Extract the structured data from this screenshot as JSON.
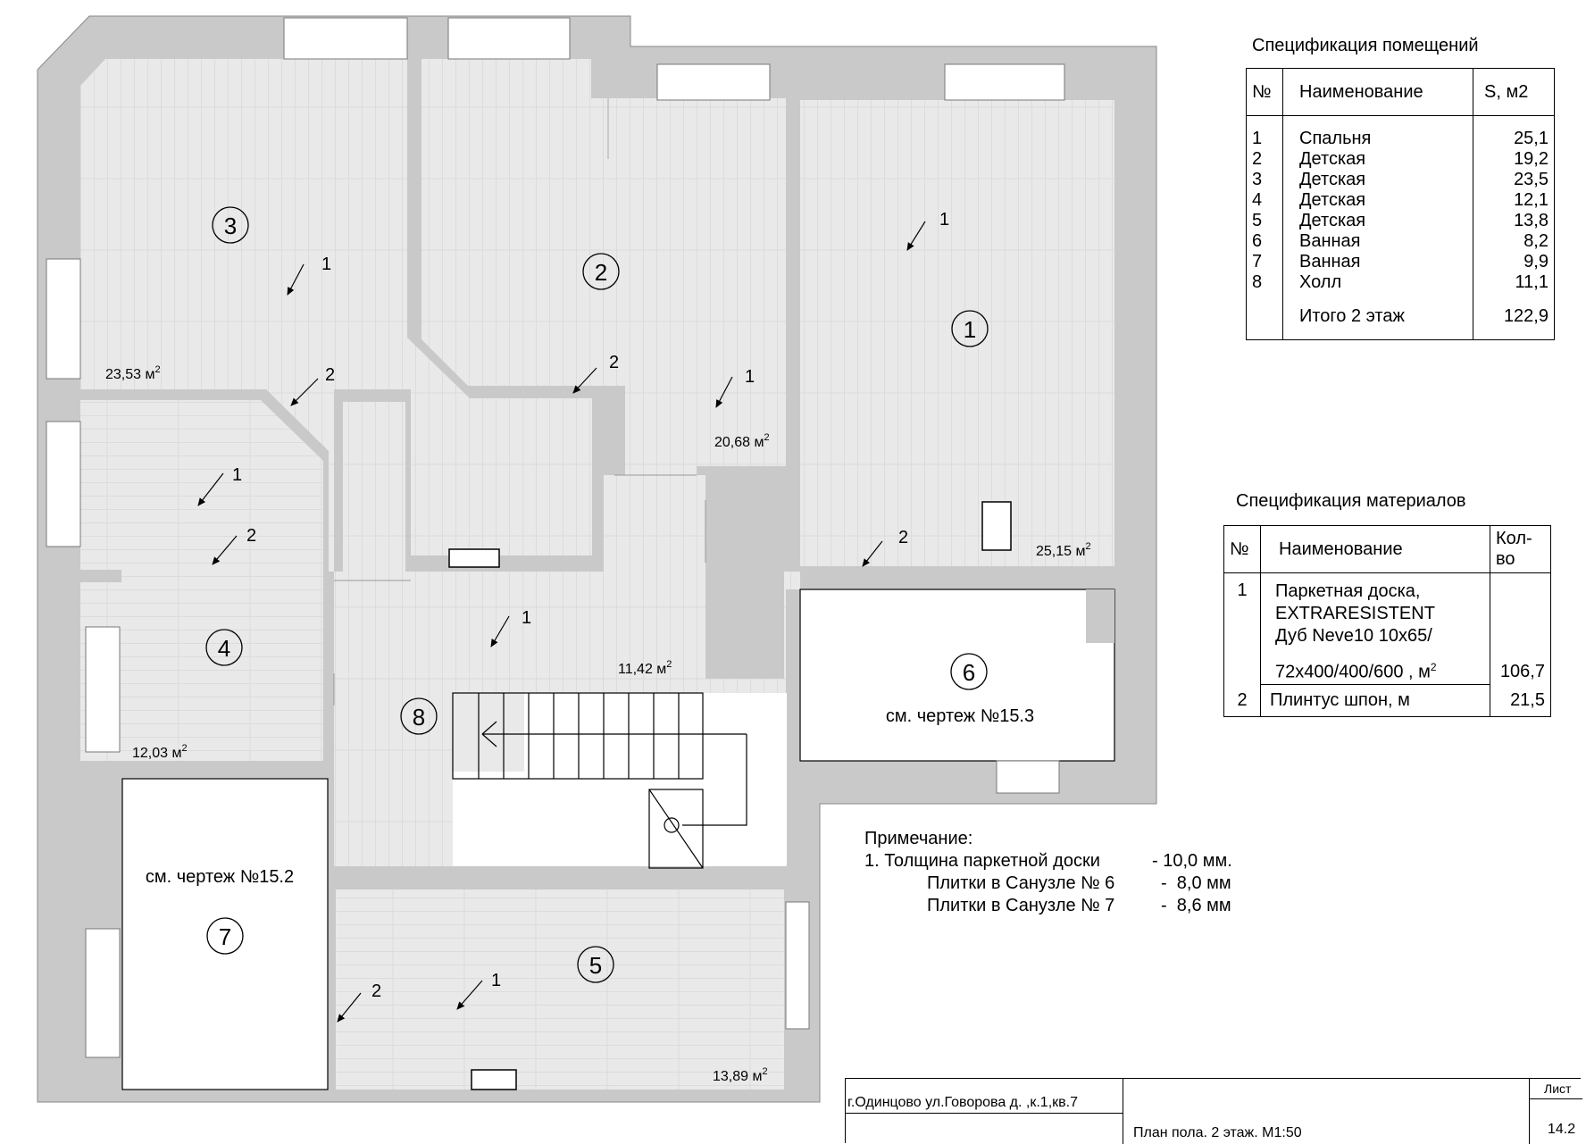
{
  "rooms": [
    {
      "id": "1",
      "area_label": "25,15 м",
      "sup": "2"
    },
    {
      "id": "2",
      "area_label": "20,68 м",
      "sup": "2"
    },
    {
      "id": "3",
      "area_label": "23,53 м",
      "sup": "2"
    },
    {
      "id": "4",
      "area_label": "12,03 м",
      "sup": "2"
    },
    {
      "id": "5",
      "area_label": "13,89 м",
      "sup": "2"
    },
    {
      "id": "6",
      "note": "см. чертеж №15.3"
    },
    {
      "id": "7",
      "note": "см. чертеж №15.2"
    },
    {
      "id": "8",
      "area_label": "11,42 м",
      "sup": "2"
    }
  ],
  "leader_labels": {
    "parquet": "1",
    "plinth": "2"
  },
  "room_spec": {
    "title": "Спецификация помещений",
    "headers": [
      "№",
      "Наименование",
      "S, м2"
    ],
    "rows": [
      [
        "1",
        "Спальня",
        "25,1"
      ],
      [
        "2",
        "Детская",
        "19,2"
      ],
      [
        "3",
        "Детская",
        "23,5"
      ],
      [
        "4",
        "Детская",
        "12,1"
      ],
      [
        "5",
        "Детская",
        "13,8"
      ],
      [
        "6",
        "Ванная",
        "8,2"
      ],
      [
        "7",
        "Ванная",
        "9,9"
      ],
      [
        "8",
        "Холл",
        "11,1"
      ]
    ],
    "total_label": "Итого 2 этаж",
    "total_value": "122,9"
  },
  "material_spec": {
    "title": "Спецификация материалов",
    "headers": [
      "№",
      "Наименование",
      "Кол-во"
    ],
    "rows": [
      {
        "num": "1",
        "lines": [
          "Паркетная доска,",
          "EXTRARESISTENT",
          "Дуб Neve10 10х65/",
          "72х400/400/600 , м"
        ],
        "sup": "2",
        "qty": "106,7"
      },
      {
        "num": "2",
        "lines": [
          "Плинтус шпон, м"
        ],
        "qty": "21,5"
      }
    ]
  },
  "notes": {
    "title": "Примечание:",
    "line1_label": "1. Толщина паркетной доски",
    "line1_value": "- 10,0 мм.",
    "line2_label": "Плитки в Санузле № 6",
    "line2_value": "-  8,0 мм",
    "line3_label": "Плитки в Санузле № 7",
    "line3_value": "-  8,6 мм"
  },
  "title_block": {
    "address": "г.Одинцово ул.Говорова д.    ,к.1,кв.7",
    "sheet_title": "План пола. 2 этаж. М1:50",
    "sheet_label": "Лист",
    "sheet_number": "14.2"
  },
  "colors": {
    "wall": "#c9c9c9",
    "floor": "#e9e9e9",
    "line": "#000000"
  }
}
